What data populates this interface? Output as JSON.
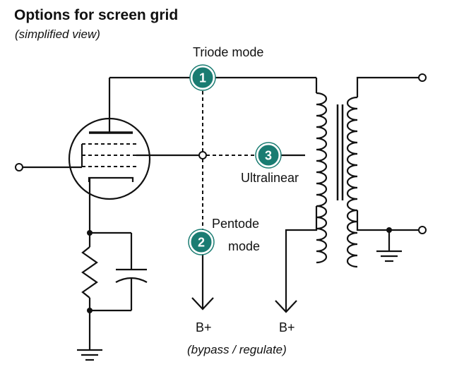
{
  "header": {
    "title": "Options for screen grid",
    "subtitle": "(simplified view)"
  },
  "options": [
    {
      "number": "1",
      "label": "Triode mode"
    },
    {
      "number": "2",
      "label_line1": "Pentode",
      "label_line2": "mode"
    },
    {
      "number": "3",
      "label": "Ultralinear"
    }
  ],
  "supply": {
    "left_label": "B+",
    "right_label": "B+",
    "note": "(bypass / regulate)"
  },
  "colors": {
    "badge_fill": "#1a7c72",
    "badge_ring": "#ffffff",
    "line": "#111111"
  }
}
